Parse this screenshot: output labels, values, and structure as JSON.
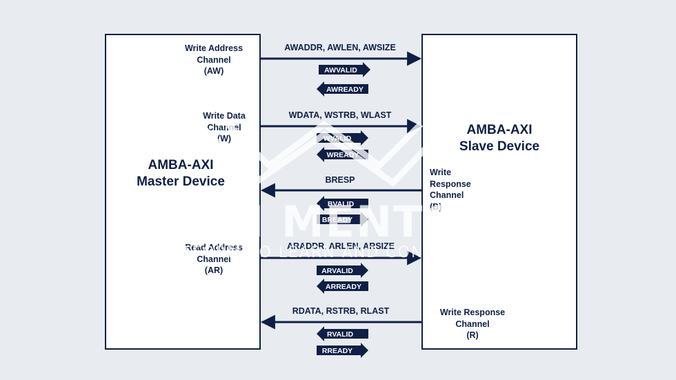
{
  "master": {
    "title_line1": "AMBA-AXI",
    "title_line2": "Master Device"
  },
  "slave": {
    "title_line1": "AMBA-AXI",
    "title_line2": "Slave Device"
  },
  "channels": {
    "aw": {
      "line1": "Write Address",
      "line2": "Channel",
      "line3": "(AW)"
    },
    "w": {
      "line1": "Write Data",
      "line2": "Channel",
      "line3": "(W)"
    },
    "b": {
      "line1": "Write",
      "line2": "Response",
      "line3": "Channel",
      "line4": "(B)"
    },
    "ar": {
      "line1": "Read Address",
      "line2": "Channel",
      "line3": "(AR)"
    },
    "r": {
      "line1": "Write Response",
      "line2": "Channel",
      "line3": "(R)"
    }
  },
  "buses": {
    "aw": "AWADDR, AWLEN, AWSIZE",
    "w": "WDATA, WSTRB, WLAST",
    "b": "BRESP",
    "ar": "ARADDR, ARLEN, ARSIZE",
    "r": "RDATA, RSTRB, RLAST"
  },
  "signals": {
    "awvalid": "AWVALID",
    "awready": "AWREADY",
    "wvalid": "WVALID",
    "wready": "WREADY",
    "bvalid": "BVALID",
    "bready": "BREADY",
    "arvalid": "ARVALID",
    "arready": "ARREADY",
    "rvalid": "RVALID",
    "rready": "RREADY"
  },
  "watermark": {
    "name": "VLSI MENTOR",
    "tagline": "PLATFORM TO LEARN AND CONTRIBUTE"
  },
  "colors": {
    "navy": "#0f1f45",
    "background": "#e8ebf0"
  }
}
